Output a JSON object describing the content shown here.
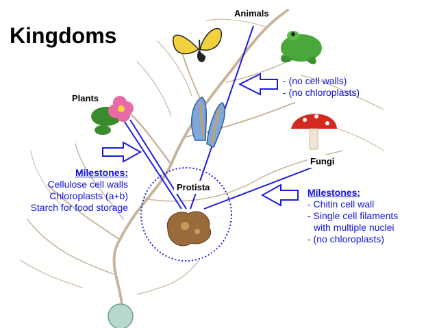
{
  "title": "Kingdoms",
  "labels": {
    "animals": "Animals",
    "plants": "Plants",
    "fungi": "Fungi",
    "protista": "Protista"
  },
  "animal_notes": [
    "- (no cell walls)",
    "- (no chloroplasts)"
  ],
  "plant_milestones": {
    "heading": "Milestones:",
    "lines": [
      "Cellulose cell walls",
      "Chloroplasts (a+b)",
      "Starch for food storage"
    ]
  },
  "fungi_milestones": {
    "heading": "Milestones:",
    "lines": [
      "- Chitin cell wall",
      "- Single cell filaments",
      "with multiple nuclei",
      "- (no chloroplasts)"
    ]
  },
  "colors": {
    "text_blue": "#1010e0",
    "line_blue": "#1a1ae6",
    "branch": "#c8b49a",
    "dotted_circle": "#1a1ae6"
  },
  "icons": [
    "butterfly-icon",
    "frog-icon",
    "flower-icon",
    "sea-worm-icon",
    "mushroom-icon",
    "protist-icon",
    "sphere-icon",
    "arrow-icon"
  ]
}
